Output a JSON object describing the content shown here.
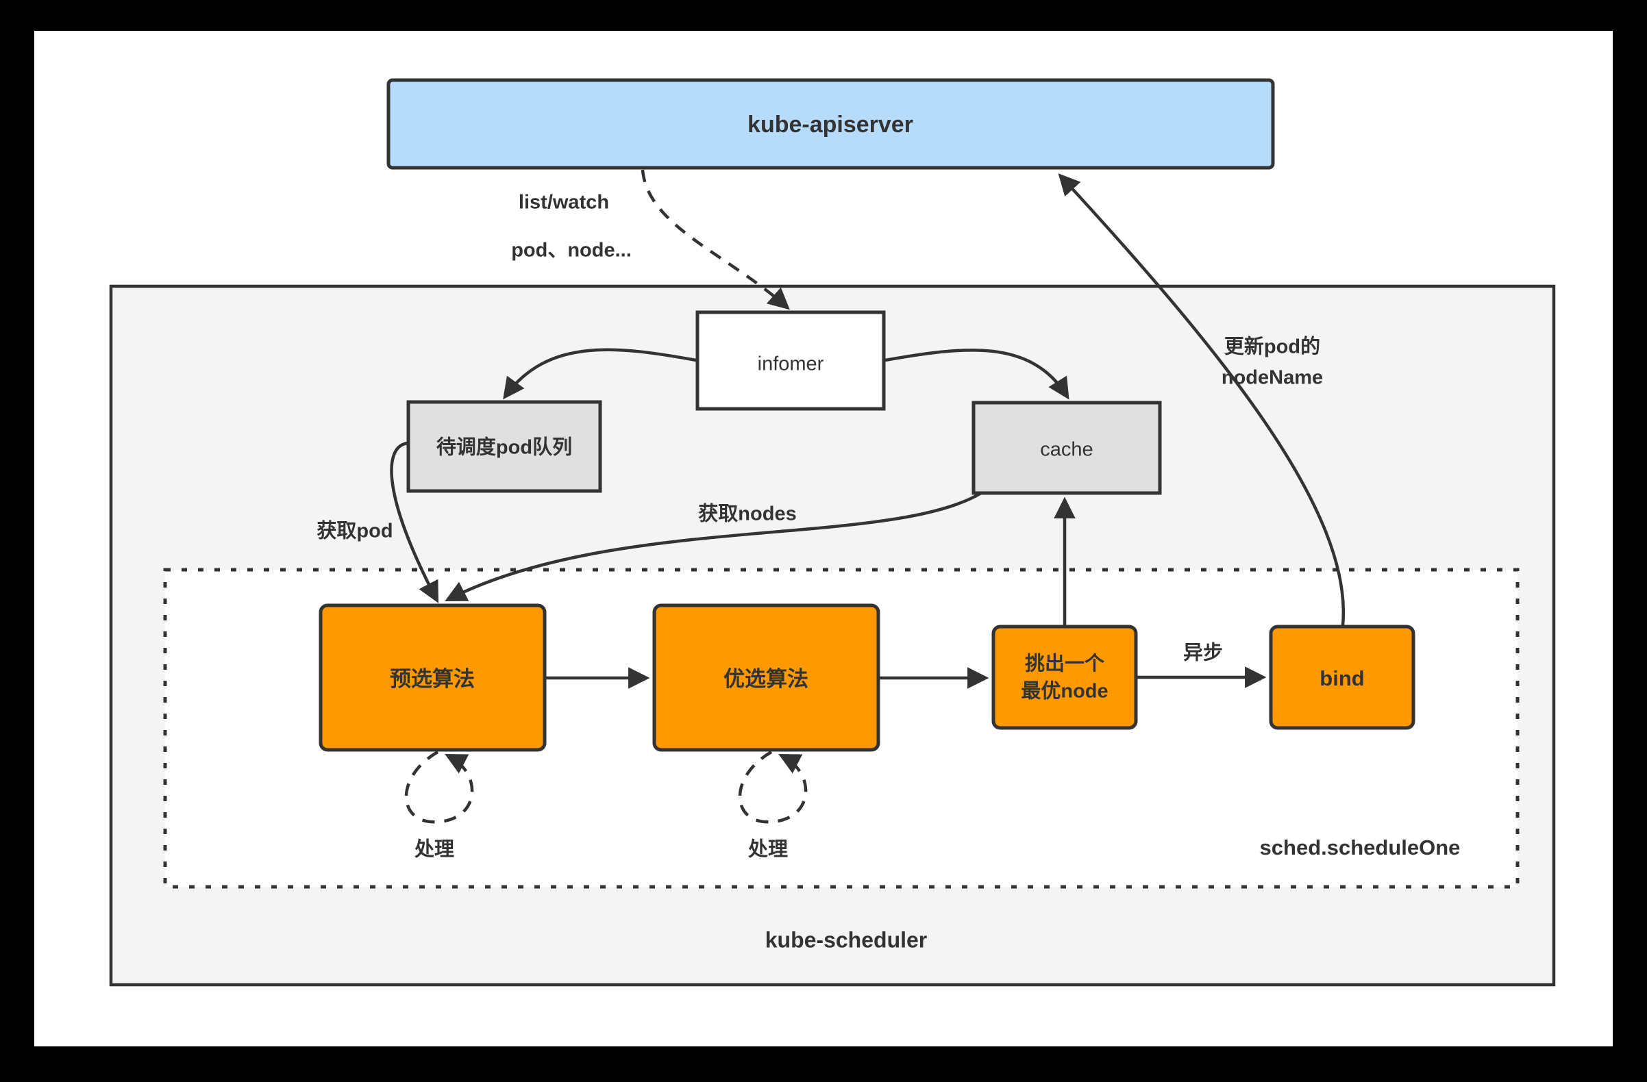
{
  "diagram": {
    "title_text": "kube-scheduler architecture flow",
    "colors": {
      "page_border": "#000000",
      "canvas": "#ffffff",
      "apiserver_fill": "#B7DCFB",
      "apiserver_stroke": "#333333",
      "scheduler_panel_fill": "#F4F4F4",
      "scheduler_panel_stroke": "#333333",
      "inner_box_fill": "#FFFFFF",
      "inner_box_stroke": "#333333",
      "gray_box_fill": "#E0E0E0",
      "gray_box_stroke": "#333333",
      "orange_fill": "#FF9900",
      "orange_stroke": "#333333",
      "edge_stroke": "#333333",
      "text": "#333333"
    },
    "nodes": {
      "apiserver": {
        "label": "kube-apiserver"
      },
      "infomer": {
        "label": "infomer"
      },
      "pod_queue": {
        "label": "待调度pod队列"
      },
      "cache": {
        "label": "cache"
      },
      "predicate": {
        "label": "预选算法"
      },
      "priority": {
        "label": "优选算法"
      },
      "pick_node": {
        "label_line1": "挑出一个",
        "label_line2": "最优node"
      },
      "bind": {
        "label": "bind"
      }
    },
    "containers": {
      "scheduler": {
        "label": "kube-scheduler"
      },
      "schedule_one": {
        "label": "sched.scheduleOne"
      }
    },
    "edges": [
      {
        "id": "apiserver-to-infomer",
        "label_line1": "list/watch",
        "label_line2": "pod、node..."
      },
      {
        "id": "queue-to-predicate",
        "label": "获取pod"
      },
      {
        "id": "cache-to-predicate",
        "label": "获取nodes"
      },
      {
        "id": "predicate-self",
        "label": "处理"
      },
      {
        "id": "priority-self",
        "label": "处理"
      },
      {
        "id": "picknode-to-bind",
        "label": "异步"
      },
      {
        "id": "bind-to-apiserver",
        "label_line1": "更新pod的",
        "label_line2": "nodeName"
      }
    ],
    "labels": {
      "list_watch": "list/watch",
      "pod_node": "pod、node...",
      "get_pod": "获取pod",
      "get_nodes": "获取nodes",
      "handle_1": "处理",
      "handle_2": "处理",
      "async": "异步",
      "update_pod_1": "更新pod的",
      "update_pod_2": "nodeName"
    }
  }
}
